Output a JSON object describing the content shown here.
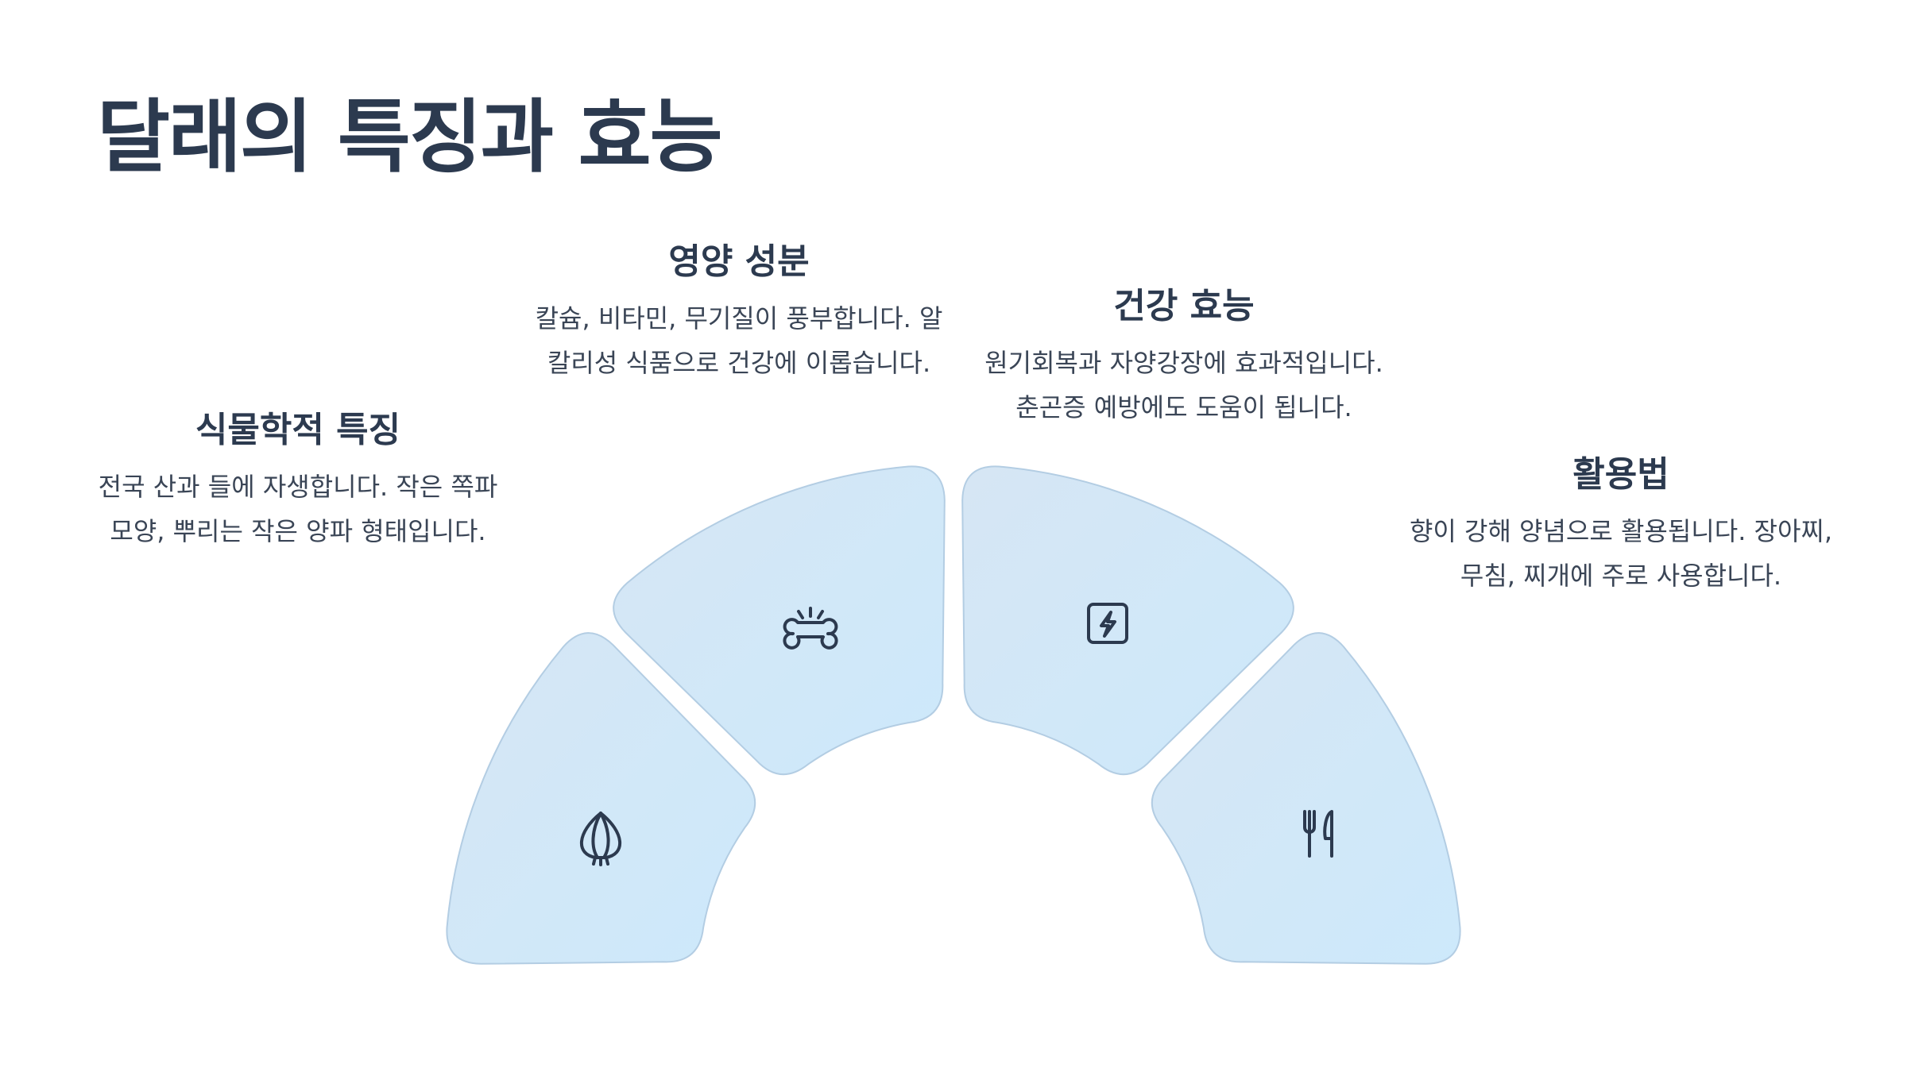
{
  "title": "달래의 특징과 효능",
  "colors": {
    "segment_top": "#d6e6f4",
    "segment_bottom": "#cde9fb",
    "segment_stroke": "#b3cde3",
    "text": "#2c3a4f",
    "icon": "#2c3a4f"
  },
  "sections": [
    {
      "heading": "식물학적 특징",
      "body": "전국 산과 들에 자생합니다. 작은 쪽파 모양, 뿌리는 작은 양파 형태입니다.",
      "icon": "garlic-bulb-icon"
    },
    {
      "heading": "영양 성분",
      "body": "칼슘, 비타민, 무기질이 풍부합니다. 알칼리성 식품으로 건강에 이롭습니다.",
      "icon": "bone-icon"
    },
    {
      "heading": "건강 효능",
      "body": "원기회복과 자양강장에 효과적입니다. 춘곤증 예방에도 도움이 됩니다.",
      "icon": "lightning-square-icon"
    },
    {
      "heading": "활용법",
      "body": "향이 강해 양념으로 활용됩니다. 장아찌, 무침, 찌개에 주로 사용합니다.",
      "icon": "fork-knife-icon"
    }
  ]
}
